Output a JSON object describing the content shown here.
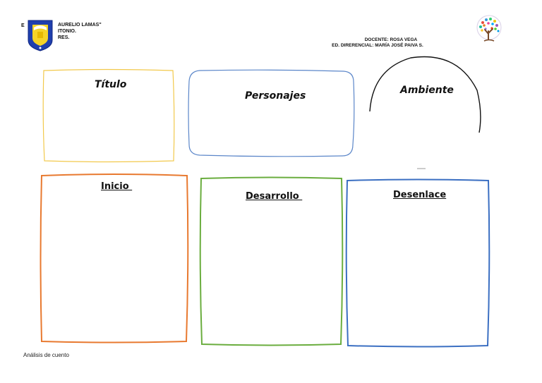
{
  "header": {
    "school_initial": "E",
    "school_lines": [
      "AURELIO LAMAS\"",
      "ITONIO.",
      "RES."
    ],
    "teacher": "DOCENTE: ROSA VEGA",
    "differential": "ED. DIRERENCIAL: MARÍA JOSÉ PAIVA S."
  },
  "boxes": {
    "titulo": "Título",
    "personajes": "Personajes",
    "ambiente": "Ambiente",
    "inicio": "Inicio ",
    "desarrollo": "Desarrollo ",
    "desenlace": "Desenlace"
  },
  "colors": {
    "yellow": "#f2c94c",
    "blue": "#5b86c9",
    "black": "#111111",
    "orange": "#e8792f",
    "green": "#6aad3e",
    "blue_strong": "#3b6fc2",
    "shield_blue": "#1f3fae",
    "shield_yellow": "#f5d327"
  },
  "footer": {
    "caption": "Análisis de cuento"
  }
}
